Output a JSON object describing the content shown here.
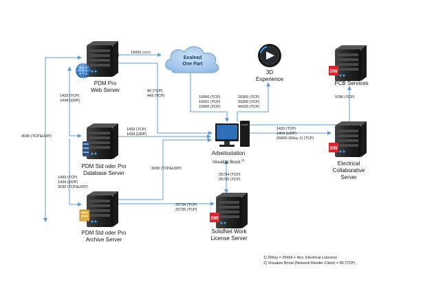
{
  "nodes": {
    "pdm_web": [
      "PDM Pro",
      "Web Server"
    ],
    "pdm_db": [
      "PDM Std oder Pro",
      "Database Server"
    ],
    "pdm_archive": [
      "PDM Std oder Pro",
      "Archive Server"
    ],
    "exalead": [
      "Exalead",
      "One Part"
    ],
    "experience": [
      "3D",
      "Experience"
    ],
    "pcb": [
      "PCB Services"
    ],
    "workstation": [
      "Arbeitsstation",
      "Visualize Boost"
    ],
    "workstation_sup": "2)",
    "electrical": [
      "Electrical",
      "Collaborative",
      "Server"
    ],
    "solidnet": [
      "SolidNet Work",
      "License Server"
    ]
  },
  "ports": {
    "web_exalead": "15000",
    "web_exalead_proto": "(TCP)",
    "web_ws": [
      "80 (TCP)",
      "443 (TCP)"
    ],
    "web_db": [
      "1433 (TCP)",
      "1434 (UDP)"
    ],
    "left_3030": "3030 (TCP&UDP)",
    "db_ws": [
      "1433 (TCP)",
      "1434 (UDP)"
    ],
    "db_archive": [
      "1433 (TCP)",
      "1434 (UDP)",
      "3030 (TCP&UDP)"
    ],
    "archive_ws": "3030 (TCP&UDP)",
    "exalead_ws": [
      "10000 (TCP)",
      "10001 (TCP)",
      "15000 (TCP)"
    ],
    "exp_ws": [
      "20300 (TCP)",
      "33200 (TCP)",
      "44100 (TCP)"
    ],
    "pcb_ws": "9780 (TCP)",
    "ws_electrical": [
      "1433 (TCP)",
      "1454 (UDP)",
      "26666-266xy 1) (TCP)"
    ],
    "ws_solidnet": [
      "25734 (TCP)",
      "25735 (TCP)"
    ],
    "archive_solidnet": [
      "25734 (TCP)",
      "25735 (TCP)"
    ]
  },
  "notes": [
    "1) 266xy = 26666 + Anz. Electrical Lizenzen",
    "2) Visualize Boost (Network Render Client) = 80 (TCP)"
  ],
  "icons": {
    "server": "server-tower-icon",
    "globe": "globe-icon",
    "disks": "disk-stack-icon",
    "archive": "archive-box-icon",
    "sw": "solidworks-logo-icon",
    "cloud": "cloud-icon",
    "exp": "3dexperience-compass-icon",
    "pc": "workstation-pc-icon"
  },
  "colors": {
    "wire": "#5b9bd5",
    "server": "#2a2a2a",
    "sw_logo": "#d7282f"
  }
}
